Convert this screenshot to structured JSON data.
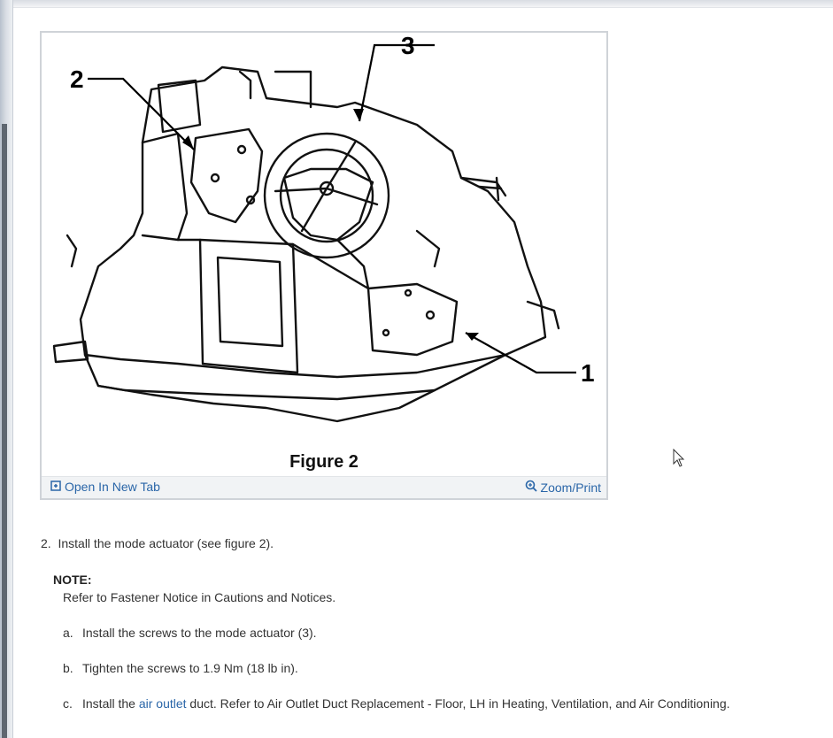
{
  "figure": {
    "callouts": [
      "2",
      "3",
      "1"
    ],
    "caption": "Figure 2",
    "open_tab_label": "Open In New Tab",
    "zoom_label": "Zoom/Print"
  },
  "instructions": {
    "step_number": "2.",
    "step_text": "Install the mode actuator (see figure 2).",
    "note_title": "NOTE:",
    "note_text": "Refer to Fastener Notice in Cautions and Notices.",
    "substeps": [
      {
        "marker": "a.",
        "text": "Install the screws to the mode actuator (3)."
      },
      {
        "marker": "b.",
        "text": "Tighten the screws to 1.9 Nm (18 lb in)."
      },
      {
        "marker": "c.",
        "text_before": "Install the ",
        "link": "air outlet",
        "text_after": " duct. Refer to Air Outlet Duct Replacement - Floor, LH in Heating, Ventilation, and Air Conditioning."
      }
    ]
  },
  "colors": {
    "link": "#2a66a8",
    "text": "#333333",
    "footer_bg": "#f1f3f5"
  }
}
